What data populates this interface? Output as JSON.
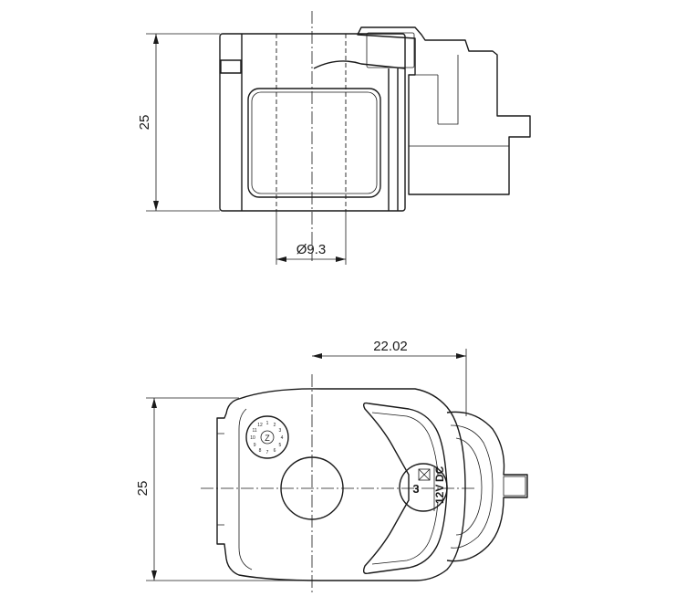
{
  "top_view": {
    "height_dim": "25",
    "diameter_dim": "Ø9.3"
  },
  "bottom_view": {
    "height_dim": "25",
    "offset_dim": "22.02",
    "connector_pin_label": "3",
    "voltage_label": "12V",
    "current_label": "DC",
    "date_stamp_center": "Z",
    "date_stamp_numbers": [
      "1",
      "2",
      "3",
      "4",
      "5",
      "6",
      "7",
      "8",
      "9",
      "10",
      "11",
      "12"
    ]
  },
  "colors": {
    "line": "#1a1a1a",
    "background": "#ffffff"
  }
}
